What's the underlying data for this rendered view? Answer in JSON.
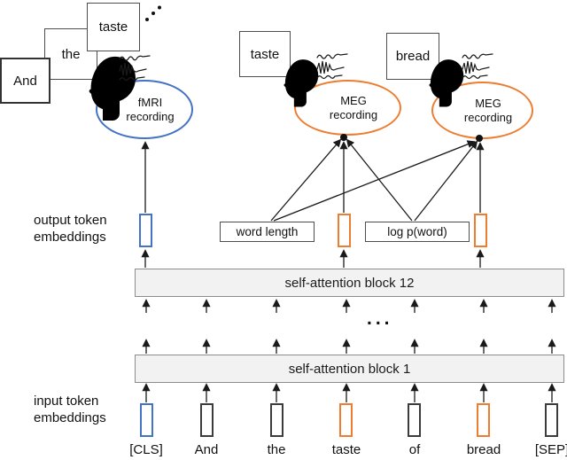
{
  "stimuli": {
    "left_stack": [
      "And",
      "the",
      "taste"
    ],
    "meg_left_word": "taste",
    "meg_right_word": "bread"
  },
  "recordings": [
    {
      "line1": "fMRI",
      "line2": "recording",
      "color": "#4472c4"
    },
    {
      "line1": "MEG",
      "line2": "recording",
      "color": "#ed7d31"
    },
    {
      "line1": "MEG",
      "line2": "recording",
      "color": "#ed7d31"
    }
  ],
  "features": [
    "word length",
    "log p(word)"
  ],
  "blocks": {
    "top": "self-attention block 12",
    "bottom": "self-attention block 1"
  },
  "labels": {
    "output_embeddings": "output token embeddings",
    "input_embeddings": "input token embeddings",
    "ellipsis": "..."
  },
  "tokens": [
    {
      "label": "[CLS]",
      "color": "#4472c4"
    },
    {
      "label": "And",
      "color": "#3c3c3c"
    },
    {
      "label": "the",
      "color": "#3c3c3c"
    },
    {
      "label": "taste",
      "color": "#ed7d31"
    },
    {
      "label": "of",
      "color": "#3c3c3c"
    },
    {
      "label": "bread",
      "color": "#ed7d31"
    },
    {
      "label": "[SEP]",
      "color": "#3c3c3c"
    }
  ],
  "colors": {
    "fmri_blue": "#4472c4",
    "meg_orange": "#ed7d31",
    "block_fill": "#f2f2f2",
    "line_black": "#1a1a1a"
  }
}
